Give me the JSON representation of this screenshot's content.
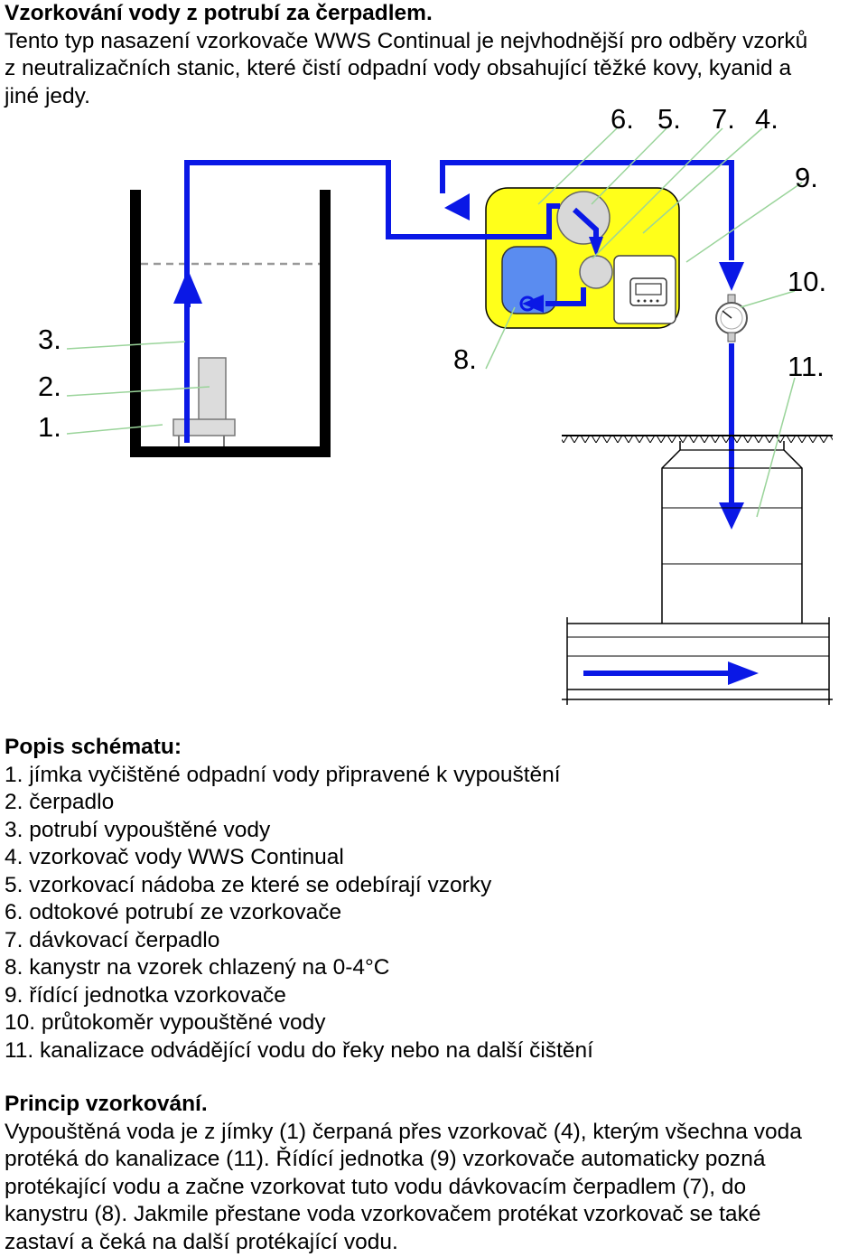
{
  "intro": {
    "title": "Vzorkování vody z potrubí za čerpadlem.",
    "lines": [
      "Tento typ nasazení vzorkovače WWS Continual je nejvhodnější pro odběry vzorků",
      "z neutralizačních stanic, které čistí odpadní vody obsahující těžké kovy, kyanid a",
      "jiné jedy."
    ]
  },
  "diagram": {
    "labels": {
      "n1": "1.",
      "n2": "2.",
      "n3": "3.",
      "n4": "4.",
      "n5": "5.",
      "n6": "6.",
      "n7": "7.",
      "n8": "8.",
      "n9": "9.",
      "n10": "10.",
      "n11": "11."
    },
    "colors": {
      "pipe": "#0a18e6",
      "sampler": "#ffff1a",
      "canister": "#5a8cf0",
      "leader": "#9ad49a"
    }
  },
  "legend": {
    "title": "Popis schématu:",
    "items": [
      "1. jímka vyčištěné odpadní vody připravené k vypouštění",
      "2. čerpadlo",
      "3. potrubí vypouštěné vody",
      "4. vzorkovač vody WWS Continual",
      "5. vzorkovací nádoba ze které se odebírají vzorky",
      "6. odtokové potrubí ze vzorkovače",
      "7. dávkovací čerpadlo",
      "8. kanystr na vzorek chlazený na 0-4°C",
      "9. řídící jednotka vzorkovače",
      "10. průtokoměr vypouštěné vody",
      "11. kanalizace odvádějící vodu do řeky nebo na další čištění"
    ]
  },
  "principle": {
    "title": "Princip vzorkování.",
    "lines": [
      "Vypouštěná voda je z jímky (1) čerpaná přes vzorkovač (4), kterým všechna voda",
      "protéká do kanalizace (11). Řídící jednotka (9) vzorkovače automaticky pozná",
      "protékající vodu a začne vzorkovat tuto vodu dávkovacím čerpadlem (7), do",
      "kanystru (8). Jakmile přestane voda vzorkovačem protékat vzorkovač se také",
      "zastaví a čeká na další protékající vodu."
    ]
  }
}
